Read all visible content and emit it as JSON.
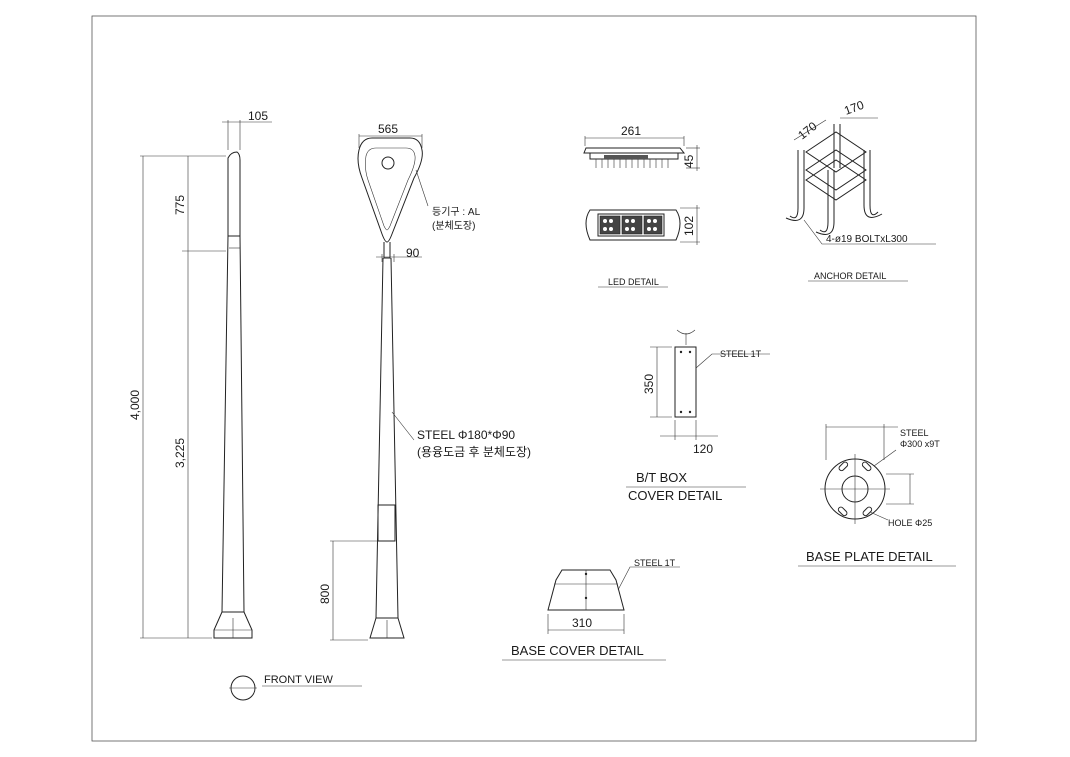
{
  "dims": {
    "pole_top_width": "105",
    "pole_total": "4,000",
    "pole_upper": "775",
    "pole_lower": "3,225",
    "head_width": "565",
    "neck_width": "90",
    "base_height": "800",
    "led_width": "261",
    "led_height": "45",
    "led_module_height": "102",
    "anchor_a": "170",
    "anchor_b": "170",
    "bt_height": "350",
    "bt_width": "120",
    "base_cover_width": "310"
  },
  "notes": {
    "fixture_line1": "등기구 : AL",
    "fixture_line2": "(분체도장)",
    "pole_material_line1": "STEEL Φ180*Φ90",
    "pole_material_line2": "(용융도금 후 분체도장)",
    "anchor_bolt": "4-ø19  BOLTxL300",
    "bt_steel": "STEEL  1T",
    "base_cover_steel": "STEEL 1T",
    "plate_steel_line1": "STEEL",
    "plate_steel_line2": "Φ300 x9T",
    "plate_hole": "HOLE Φ25"
  },
  "titles": {
    "led_detail": "LED DETAIL",
    "anchor_detail": "ANCHOR DETAIL",
    "bt_box_line1": "B/T BOX",
    "bt_box_line2": "COVER DETAIL",
    "base_plate_detail": "BASE PLATE DETAIL",
    "base_cover_detail": "BASE COVER DETAIL",
    "front_view": "FRONT VIEW"
  }
}
